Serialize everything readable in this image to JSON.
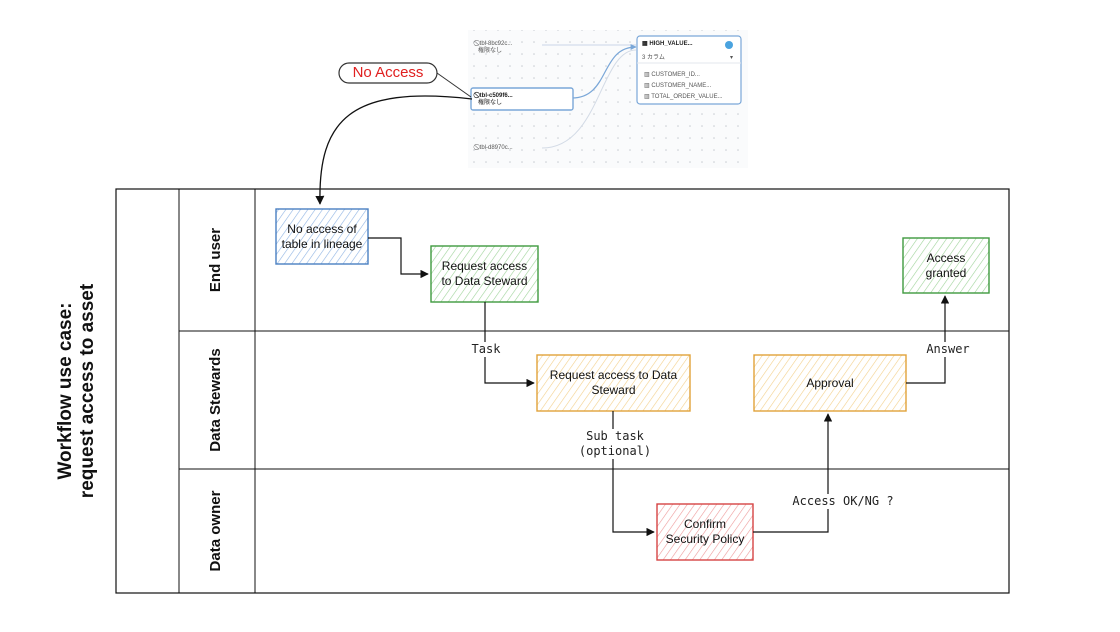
{
  "lineage_panel": {
    "tables": [
      {
        "name": "tbl-8bc92c...",
        "sub": "権限なし"
      },
      {
        "name": "tbl-c509f6...",
        "sub": "権限なし"
      },
      {
        "name": "tbl-d8970c...",
        "sub": ""
      }
    ],
    "target_table": {
      "name": "HIGH_VALUE...",
      "sub": "3 カラム",
      "columns": [
        "CUSTOMER_ID...",
        "CUSTOMER_NAME...",
        "TOTAL_ORDER_VALUE..."
      ]
    }
  },
  "callout": {
    "label": "No Access"
  },
  "pool": {
    "title": "Workflow use case:\nrequest access to asset"
  },
  "lanes": [
    "End user",
    "Data Stewards",
    "Data owner"
  ],
  "nodes": {
    "no_access": "No access of\ntable in lineage",
    "request_end_user": "Request access\nto Data Steward",
    "access_granted": "Access\ngranted",
    "request_steward": "Request access to Data\nSteward",
    "approval": "Approval",
    "confirm": "Confirm\nSecurity Policy"
  },
  "edge_labels": {
    "task": "Task",
    "answer": "Answer",
    "sub_task": "Sub task\n(optional)",
    "access_check": "Access OK/NG ?"
  },
  "colors": {
    "blue_border": "#4a7fc1",
    "green_border": "#3f9a3f",
    "orange_border": "#e0a23a",
    "red_border": "#d64545",
    "callout_red": "#e02020"
  }
}
